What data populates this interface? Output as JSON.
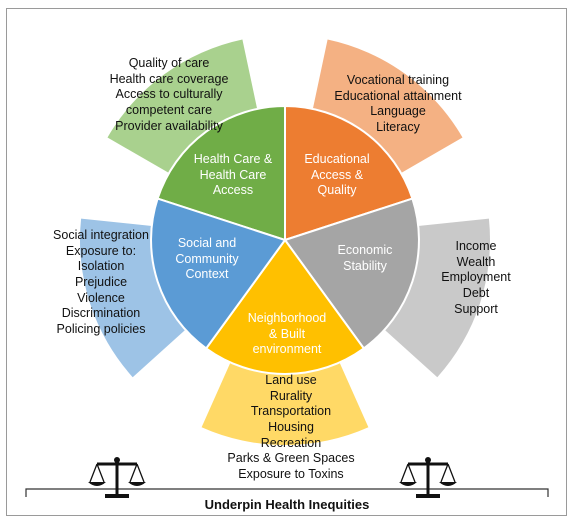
{
  "footer": {
    "label": "Underpin Health Inequities"
  },
  "domains": [
    {
      "id": "health-care",
      "center_lines": [
        "Health Care &",
        "Health Care",
        "Access"
      ],
      "items": [
        "Quality of care",
        "Health care coverage",
        "Access to culturally",
        "competent care",
        "Provider availability"
      ],
      "center_color": "#70ad47",
      "fan_color": "#a9d18e"
    },
    {
      "id": "education",
      "center_lines": [
        "Educational",
        "Access &",
        "Quality"
      ],
      "items": [
        "Vocational training",
        "Educational attainment",
        "Language",
        "Literacy"
      ],
      "center_color": "#ed7d31",
      "fan_color": "#f4b183"
    },
    {
      "id": "economic",
      "center_lines": [
        "Economic",
        "Stability"
      ],
      "items": [
        "Income",
        "Wealth",
        "Employment",
        "Debt",
        "Support"
      ],
      "center_color": "#a5a5a5",
      "fan_color": "#c9c9c9"
    },
    {
      "id": "neighborhood",
      "center_lines": [
        "Neighborhood",
        "& Built",
        "environment"
      ],
      "items": [
        "Land use",
        "Rurality",
        "Transportation",
        "Housing",
        "Recreation",
        "Parks & Green Spaces",
        "Exposure to Toxins"
      ],
      "center_color": "#ffc000",
      "fan_color": "#ffd966"
    },
    {
      "id": "social",
      "center_lines": [
        "Social and",
        "Community",
        "Context"
      ],
      "items": [
        "Social integration",
        "Exposure to:",
        "Isolation",
        "Prejudice",
        "Violence",
        "Discrimination",
        "Policing policies"
      ],
      "center_color": "#5b9bd5",
      "fan_color": "#9dc3e6"
    }
  ],
  "icons": [
    "scale-icon",
    "scale-icon"
  ]
}
